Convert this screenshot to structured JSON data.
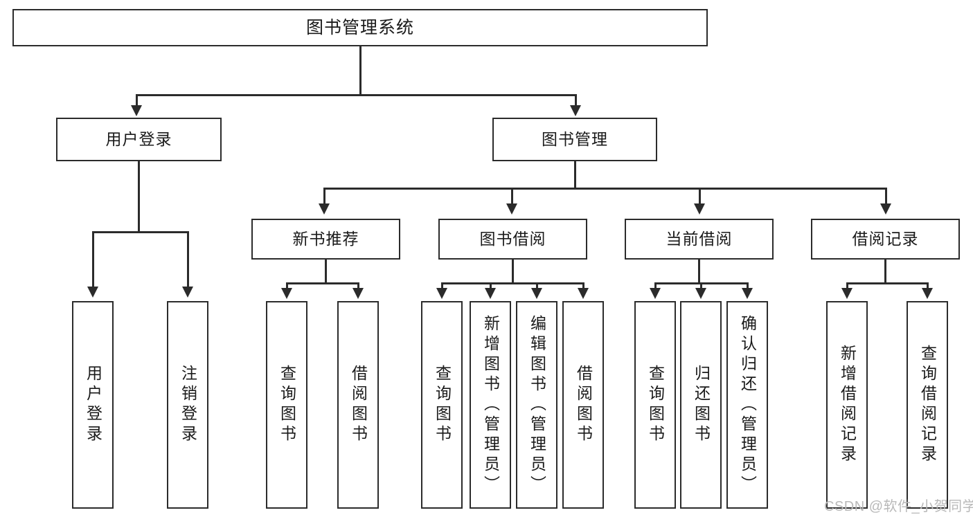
{
  "diagram": {
    "title_box": {
      "label": "图书管理系统"
    },
    "level2": [
      {
        "id": "user-login",
        "label": "用户登录"
      },
      {
        "id": "book-management",
        "label": "图书管理"
      }
    ],
    "level3": [
      {
        "id": "new-book-recommend",
        "label": "新书推荐"
      },
      {
        "id": "book-borrow",
        "label": "图书借阅"
      },
      {
        "id": "current-borrow",
        "label": "当前借阅"
      },
      {
        "id": "borrow-record",
        "label": "借阅记录"
      }
    ],
    "leaves": [
      {
        "id": "leaf-user-login",
        "label": "用户登录"
      },
      {
        "id": "leaf-logout",
        "label": "注销登录"
      },
      {
        "id": "leaf-query-book-1",
        "label": "查询图书"
      },
      {
        "id": "leaf-borrow-book-1",
        "label": "借阅图书"
      },
      {
        "id": "leaf-query-book-2",
        "label": "查询图书"
      },
      {
        "id": "leaf-add-book-admin",
        "label": "新增图书（管理员）"
      },
      {
        "id": "leaf-edit-book-admin",
        "label": "编辑图书（管理员）"
      },
      {
        "id": "leaf-borrow-book-2",
        "label": "借阅图书"
      },
      {
        "id": "leaf-query-book-3",
        "label": "查询图书"
      },
      {
        "id": "leaf-return-book",
        "label": "归还图书"
      },
      {
        "id": "leaf-confirm-return-admin",
        "label": "确认归还（管理员）"
      },
      {
        "id": "leaf-add-borrow-record",
        "label": "新增借阅记录"
      },
      {
        "id": "leaf-query-borrow-record",
        "label": "查询借阅记录"
      }
    ],
    "watermark": "CSDN @软件_小贺同学",
    "colors": {
      "line": "#2b2b2b",
      "box_fill": "#ffffff",
      "text": "#1a1a1a",
      "watermark": "#b9b9b9",
      "background": "#ffffff"
    }
  }
}
